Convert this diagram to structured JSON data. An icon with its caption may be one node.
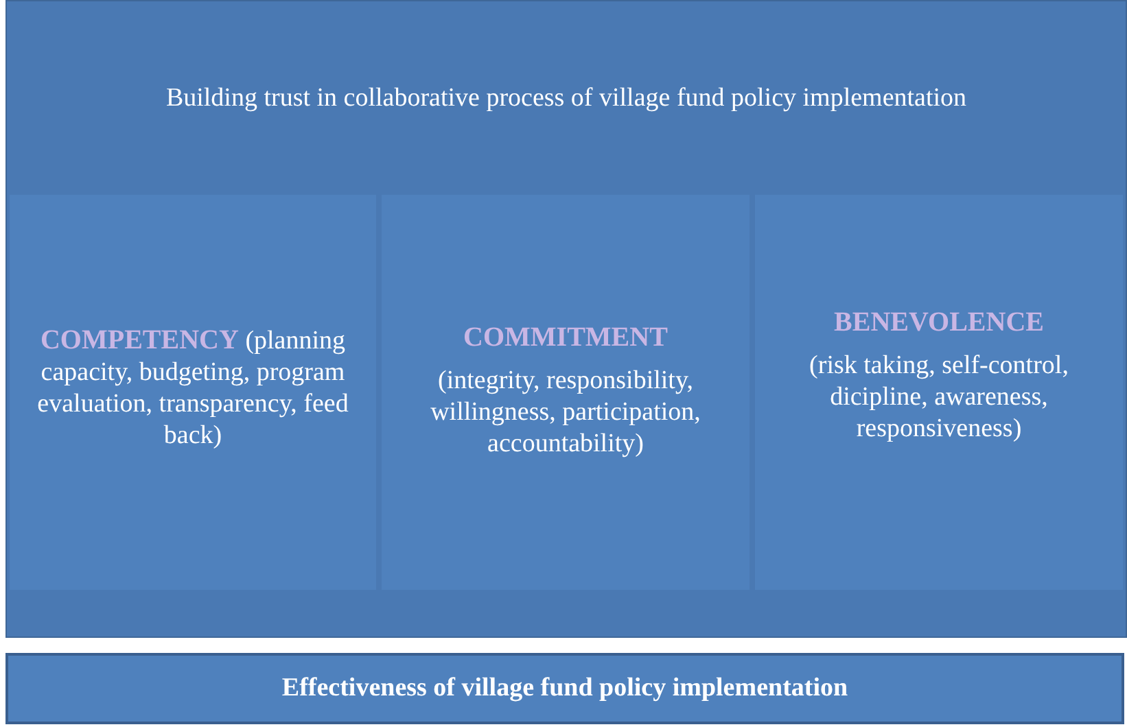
{
  "diagram": {
    "nodes": [
      {
        "text": [
          "Building trust in collaborative process of village fund policy implementation"
        ]
      },
      {
        "text": [
          "COMPETENCY",
          "(planning capacity, budgeting, program evaluation, transparency, feed back)"
        ],
        "in": 0
      },
      {
        "text": [
          "COMMITMENT",
          "(integrity, responsibility, willingness, participation, accountability)"
        ],
        "in": 0
      },
      {
        "text": [
          "BENEVOLENCE",
          "(risk taking, self-control, dicipline, awareness, responsiveness)"
        ],
        "in": 0
      },
      {
        "text": [
          "Effectiveness of village fund policy implementation"
        ]
      }
    ],
    "edges": []
  }
}
